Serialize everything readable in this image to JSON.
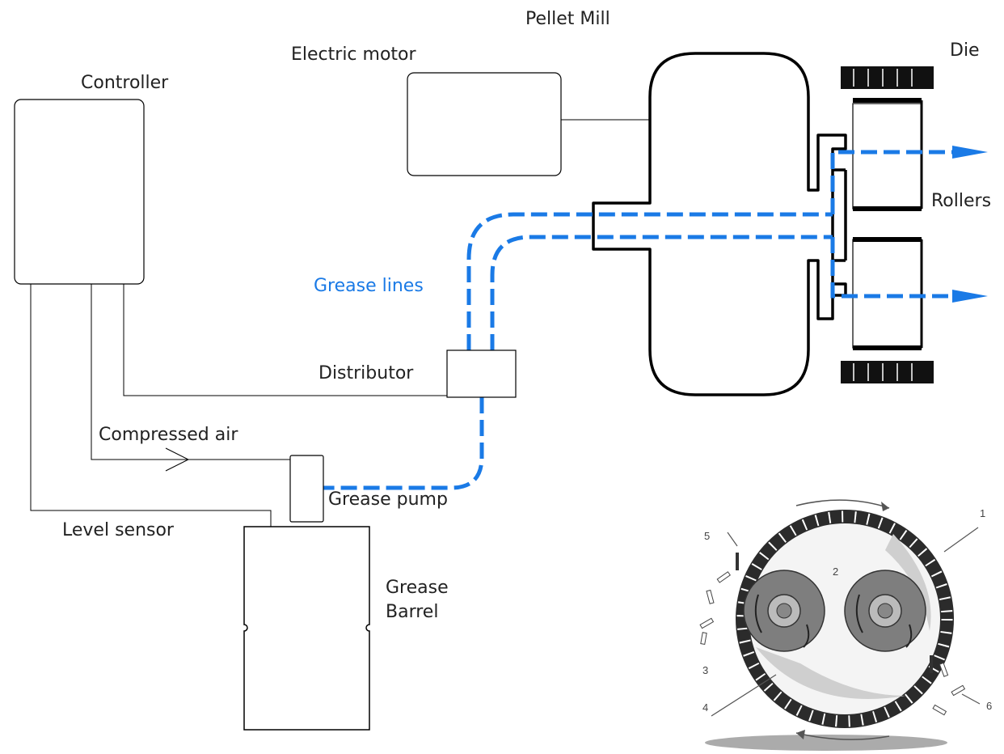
{
  "labels": {
    "pellet_mill": "Pellet Mill",
    "electric_motor": "Electric motor",
    "controller": "Controller",
    "die": "Die",
    "rollers": "Rollers",
    "grease_lines": "Grease lines",
    "distributor": "Distributor",
    "compressed_air": "Compressed air",
    "grease_pump": "Grease pump",
    "level_sensor": "Level sensor",
    "grease_barrel_line1": "Grease",
    "grease_barrel_line2": "Barrel"
  },
  "die_figure_numbers": [
    "1",
    "2",
    "3",
    "4",
    "5",
    "6"
  ],
  "colors": {
    "grease_line": "#1a7ae6",
    "outline": "#000000",
    "die": "#2b2b2b",
    "roller": "#8a8a8a"
  }
}
